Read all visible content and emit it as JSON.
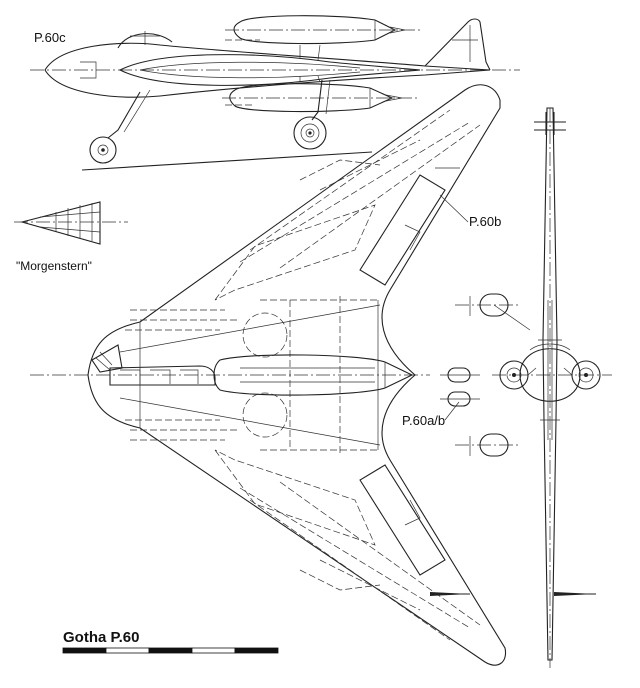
{
  "labels": {
    "side_view": "P.60c",
    "nose_variant": "\"Morgenstern\"",
    "variant_b": "P.60b",
    "variant_ab": "P.60a/b",
    "title": "Gotha P.60"
  },
  "scale_bar": {
    "segments": 5,
    "colors": [
      "#111111",
      "#ffffff"
    ]
  }
}
